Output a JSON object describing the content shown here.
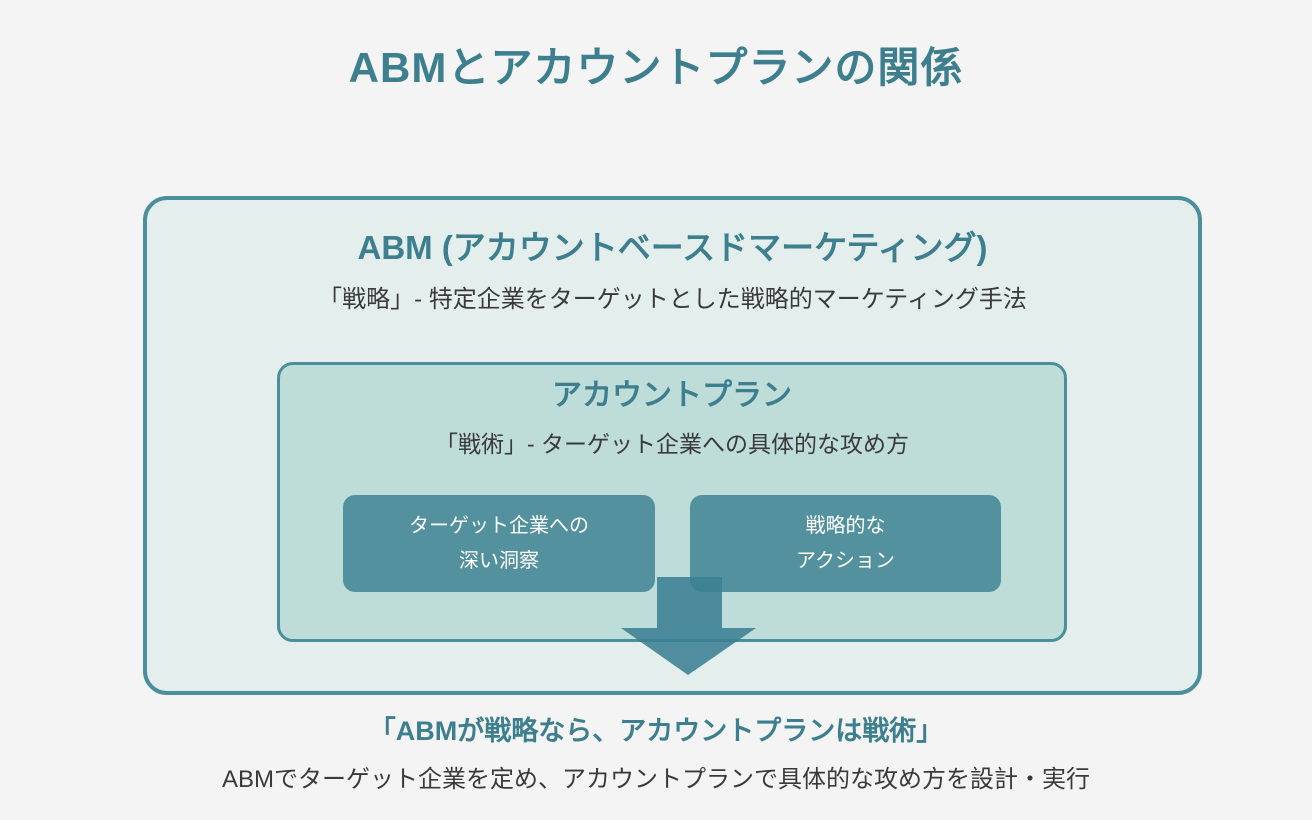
{
  "page": {
    "title": "ABMとアカウントプランの関係"
  },
  "colors": {
    "accent_teal": "#3d7f8e",
    "box_border_teal": "#4a8f9c",
    "outer_box_bg": "#e4efed",
    "inner_box_bg": "#bedcd8",
    "chip_bg": "#54919e",
    "arrow_fill": "#3b8093",
    "body_text": "#3a3a3a",
    "page_bg": "#f4f4f4",
    "chip_text": "#ffffff"
  },
  "outer_box": {
    "title": "ABM (アカウントベースドマーケティング)",
    "subtitle": "「戦略」- 特定企業をターゲットとした戦略的マーケティング手法"
  },
  "inner_box": {
    "title": "アカウントプラン",
    "subtitle": "「戦術」- ターゲット企業への具体的な攻め方",
    "chips": [
      {
        "line1": "ターゲット企業への",
        "line2": "深い洞察"
      },
      {
        "line1": "戦略的な",
        "line2": "アクション"
      }
    ]
  },
  "arrow": {
    "icon": "down-arrow"
  },
  "footer": {
    "headline": "「ABMが戦略なら、アカウントプランは戦術」",
    "description": "ABMでターゲット企業を定め、アカウントプランで具体的な攻め方を設計・実行"
  }
}
